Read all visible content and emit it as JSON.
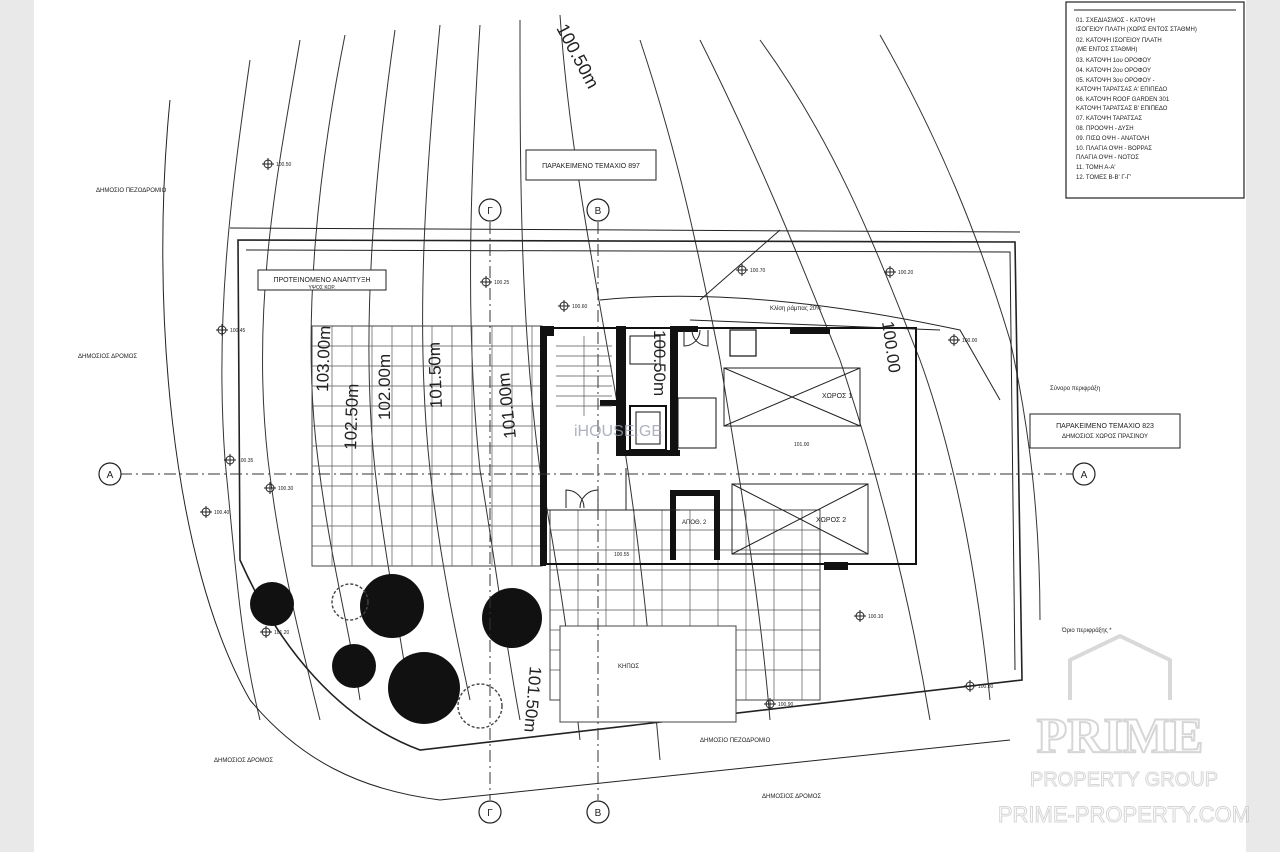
{
  "legend": {
    "items": [
      "01. ΣΧΕΔΙΑΣΜΟΣ - ΚΑΤΟΨΗ",
      "ΙΣΟΓΕΙΟΥ ΠΛΑΤΗ (ΧΩΡΙΣ ΕΝΤΟΣ ΣΤΑΘΜΗ)",
      "02. ΚΑΤΟΨΗ ΙΣΟΓΕΙΟΥ ΠΛΑΤΗ",
      "(ΜΕ ΕΝΤΟΣ ΣΤΑΘΜΗ)",
      "03. ΚΑΤΟΨΗ 1ου ΟΡΟΦΟΥ",
      "04. ΚΑΤΟΨΗ 2ου ΟΡΟΦΟΥ",
      "05. ΚΑΤΟΨΗ 3ου ΟΡΟΦΟΥ -",
      "ΚΑΤΟΨΗ ΤΑΡΑΤΣΑΣ Α' ΕΠΙΠΕΔΟ",
      "06. ΚΑΤΟΨΗ ROOF GARDEN 301",
      "ΚΑΤΟΨΗ ΤΑΡΑΤΣΑΣ Β' ΕΠΙΠΕΔΟ",
      "07. ΚΑΤΟΨΗ ΤΑΡΑΤΣΑΣ",
      "08. ΠΡΟΟΨΗ - ΔΥΣΗ",
      "09. ΠΙΣΩ ΟΨΗ - ΑΝΑΤΟΛΗ",
      "10. ΠΛΑΓΙΑ ΟΨΗ - ΒΟΡΡΑΣ",
      "ΠΛΑΓΙΑ ΟΨΗ - ΝΟΤΟΣ",
      "11. ΤΟΜΗ Α-Α'",
      "12. ΤΟΜΕΣ Β-Β' Γ-Γ'"
    ]
  },
  "contours": {
    "c1": "100.50m",
    "c2": "103.00m",
    "c3": "102.50m",
    "c4": "102.00m",
    "c5": "101.50m",
    "c6": "101.00m",
    "c7": "100.50m",
    "c8": "100.00",
    "c9": "101.50m"
  },
  "labels": {
    "adjacent_plot_top": "ΠΑΡΑΚΕΙΜΕΝΟ ΤΕΜΑΧΙΟ 897",
    "protected_area": "ΠΡΟΤΕΙΝΟΜΕΝΟ ΑΝΑΠΤΥΞΗ",
    "protected_sub": "ΥΨΟΣ ΚΟΡ.",
    "adjacent_plot_right": "ΠΑΡΑΚΕΙΜΕΝΟ ΤΕΜΑΧΙΟ 823",
    "adjacent_plot_right_sub": "ΔΗΜΟΣΙΟΣ ΧΩΡΟΣ ΠΡΑΣΙΝΟΥ",
    "parking1": "ΧΩΡΟΣ 1",
    "parking2": "ΧΩΡΟΣ 2",
    "lift": "ΑΠΟΘ. 2",
    "garden": "ΚΗΠΟΣ",
    "ramp": "Κλίση ράμπας 20%",
    "fence": "Σύνορο περιφράξη",
    "public_path_top": "ΔΗΜΟΣΙΟ ΠΕΖΟΔΡΟΜΙΟ",
    "public_road_left": "ΔΗΜΟΣΙΟΣ ΔΡΟΜΟΣ",
    "public_road_bottom_left": "ΔΗΜΟΣΙΟΣ ΔΡΟΜΟΣ",
    "public_path_bottom": "ΔΗΜΟΣΙΟ ΠΕΖΟΔΡΟΜΙΟ",
    "public_road_bottom": "ΔΗΜΟΣΙΟΣ ΔΡΟΜΟΣ",
    "boundary_note": "Όριο περιφράξης *"
  },
  "section_markers": {
    "a": "Α",
    "g": "Γ",
    "b": "Β"
  },
  "levels": [
    "100.50",
    "100.25",
    "100.60",
    "100.70",
    "100.20",
    "100.00",
    "100.45",
    "100.35",
    "100.30",
    "100.40",
    "100.10",
    "100.80",
    "100.90",
    "101.20",
    "101.00",
    "100.55"
  ],
  "watermark": {
    "site": "iHOUSE.GE",
    "brand": "PRIME",
    "brand_sub": "PROPERTY GROUP",
    "url": "PRIME-PROPERTY.COM"
  }
}
